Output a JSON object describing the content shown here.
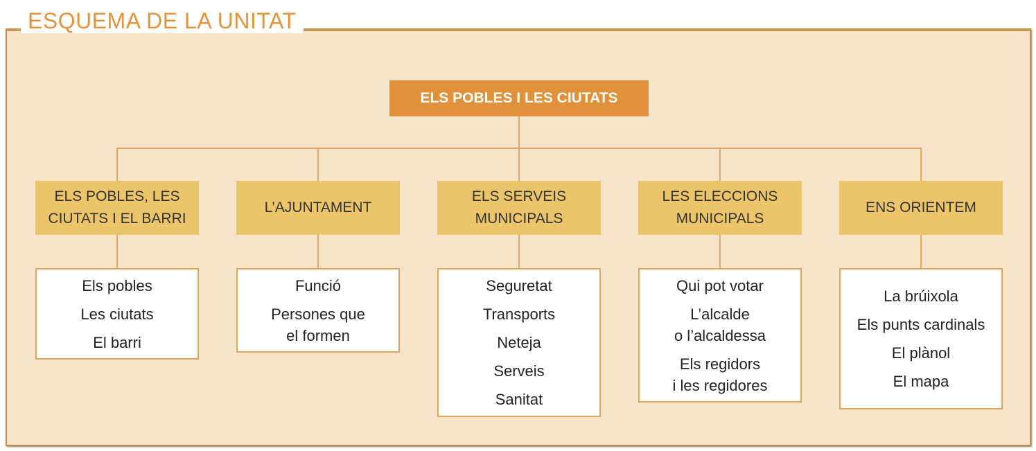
{
  "title": "ESQUEMA DE LA UNITAT",
  "root": "ELS POBLES I LES CIUTATS",
  "colors": {
    "accent": "#e0913a",
    "category": "#ecc46a",
    "background": "#f7e4cb",
    "title": "#e0943e"
  },
  "branches": [
    {
      "label": "ELS POBLES, LES\nCIUTATS I EL BARRI",
      "items": [
        "Els pobles",
        "Les ciutats",
        "El barri"
      ]
    },
    {
      "label": "L’AJUNTAMENT",
      "items": [
        "Funció",
        "Persones que\nel formen"
      ]
    },
    {
      "label": "ELS SERVEIS\nMUNICIPALS",
      "items": [
        "Seguretat",
        "Transports",
        "Neteja",
        "Serveis",
        "Sanitat"
      ]
    },
    {
      "label": "LES ELECCIONS\nMUNICIPALS",
      "items": [
        "Qui pot votar",
        "L’alcalde\no l’alcaldessa",
        "Els regidors\ni les regidores"
      ]
    },
    {
      "label": "ENS ORIENTEM",
      "items": [
        "La brúixola",
        "Els punts cardinals",
        "El plànol",
        "El mapa"
      ]
    }
  ]
}
